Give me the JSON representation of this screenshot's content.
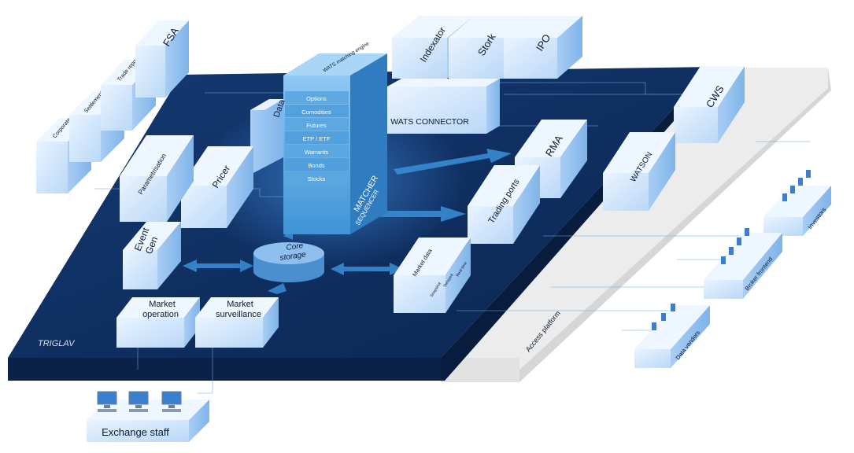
{
  "platform": {
    "name": "TRIGLAV",
    "access_platform": "Access platform"
  },
  "matcher": {
    "title": "MATCHER",
    "subtitle": "SEQUENCER",
    "top_label": "WATS matching engine",
    "segments": [
      "Options",
      "Comodities",
      "Futures",
      "ETP / ETF",
      "Warrants",
      "Bonds",
      "Stocks"
    ]
  },
  "core": {
    "label_line1": "Core",
    "label_line2": "storage"
  },
  "modules": {
    "wats_connector": "WATS CONNECTOR",
    "rma": "RMA",
    "trading_ports": "Trading ports",
    "watson": "WATSON",
    "cws": "CWS",
    "pricer": "Pricer",
    "parametrisation": "Parametrisation",
    "event_gen_line1": "Event",
    "event_gen_line2": "Gen",
    "datahub": "Data",
    "market_operation_line1": "Market",
    "market_operation_line2": "operation",
    "market_surveillance_line1": "Market",
    "market_surveillance_line2": "surveillance",
    "market_data": "Market data",
    "md_sub": [
      "Snapshot",
      "Delayed",
      "Real time"
    ]
  },
  "external": {
    "indexator": "Indexator",
    "stork": "Stork",
    "ipo": "IPO",
    "fsa": "FSA",
    "trade_repository": "Trade repository",
    "settlement": "Settlement system",
    "corporate": "Corporate system"
  },
  "clients": {
    "investors": "Investors",
    "broker_frontend": "Broker frontend",
    "data_vendors": "Data vendors",
    "exchange_staff": "Exchange staff"
  },
  "colors": {
    "platform": "#0e2f5f",
    "platform_dark": "#0a2248",
    "box": "#cfe4fb",
    "accent": "#3a8fd8"
  }
}
